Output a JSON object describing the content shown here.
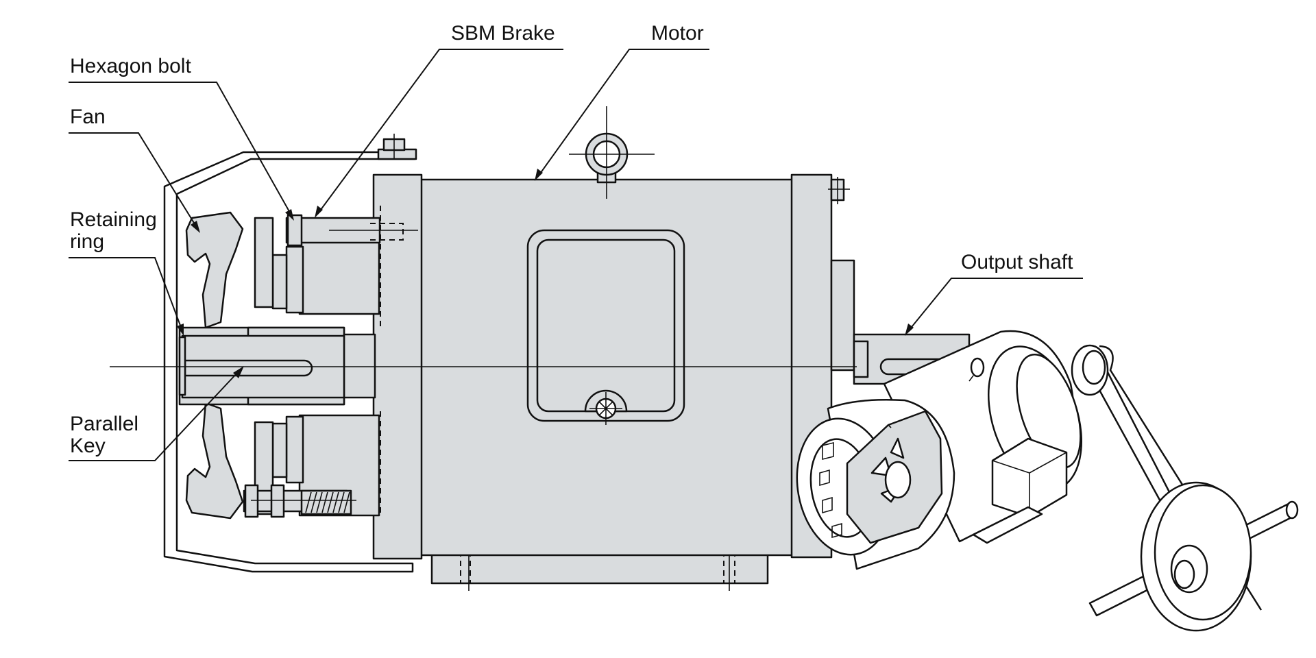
{
  "labels": {
    "sbm_brake": "SBM Brake",
    "motor": "Motor",
    "hexagon_bolt": "Hexagon bolt",
    "fan": "Fan",
    "retaining_ring_line1": "Retaining",
    "retaining_ring_line2": "ring",
    "output_shaft": "Output shaft",
    "parallel_key_line1": "Parallel",
    "parallel_key_line2": "Key"
  }
}
